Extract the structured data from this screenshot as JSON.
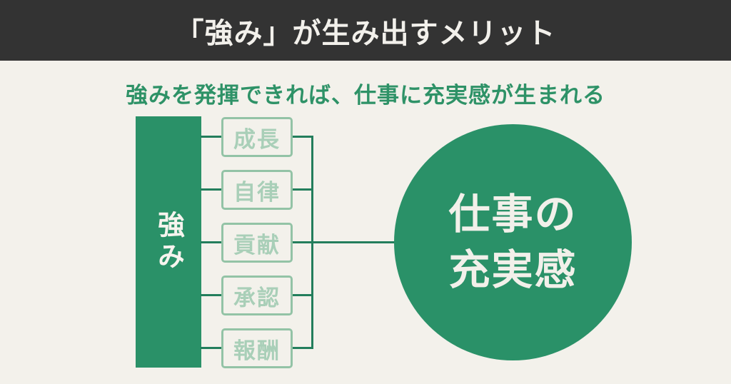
{
  "header": {
    "title": "「強み」が生み出すメリット"
  },
  "subtitle": "強みを発揮できれば、仕事に充実感が生まれる",
  "diagram": {
    "source": {
      "label": "強み"
    },
    "factors": [
      "成長",
      "自律",
      "貢献",
      "承認",
      "報酬"
    ],
    "result": {
      "line1": "仕事の",
      "line2": "充実感"
    }
  },
  "palette": {
    "header_bg": "#333333",
    "header_text": "#F2F0EB",
    "background": "#F3F1EB",
    "accent_green": "#2A9168",
    "connector_green": "#237E5C",
    "box_border_green": "#93C3A6",
    "box_text_green": "#A9CFB8",
    "subtitle_green": "#2E9267",
    "text_on_green": "#F6F4EE"
  }
}
